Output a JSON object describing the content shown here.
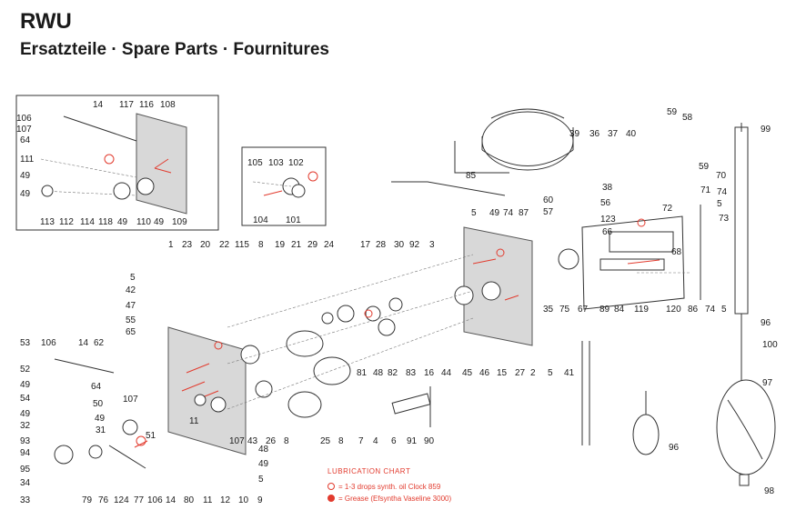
{
  "header": {
    "brand": "RWU",
    "subtitle": "Ersatzteile · Spare Parts · Fournitures"
  },
  "lubrication": {
    "title": "LUBRICATION CHART",
    "oil": "= 1-3 drops synth. oil Clock 859",
    "grease": "= Grease (Efsyntha Vaseline 3000)"
  },
  "colors": {
    "ink": "#333333",
    "lubrication": "#e23b2e",
    "plate": "#d8d8d8"
  },
  "part_labels": [
    "14",
    "117",
    "116",
    "108",
    "106",
    "107",
    "64",
    "111",
    "49",
    "49",
    "113",
    "112",
    "114",
    "118",
    "49",
    "110",
    "49",
    "109",
    "105",
    "103",
    "102",
    "104",
    "101",
    "39",
    "36",
    "37",
    "40",
    "59",
    "58",
    "99",
    "85",
    "38",
    "60",
    "56",
    "57",
    "123",
    "66",
    "59",
    "70",
    "71",
    "74",
    "5",
    "73",
    "72",
    "68",
    "5",
    "49",
    "74",
    "87",
    "1",
    "23",
    "20",
    "22",
    "115",
    "8",
    "19",
    "21",
    "29",
    "24",
    "17",
    "28",
    "30",
    "92",
    "3",
    "5",
    "42",
    "47",
    "55",
    "65",
    "53",
    "106",
    "14",
    "62",
    "52",
    "49",
    "54",
    "49",
    "32",
    "93",
    "94",
    "95",
    "34",
    "33",
    "64",
    "50",
    "107",
    "49",
    "31",
    "51",
    "11",
    "79",
    "76",
    "124",
    "77",
    "106",
    "14",
    "80",
    "11",
    "12",
    "10",
    "9",
    "107",
    "43",
    "26",
    "8",
    "25",
    "8",
    "7",
    "4",
    "6",
    "91",
    "90",
    "48",
    "49",
    "5",
    "81",
    "48",
    "82",
    "83",
    "16",
    "44",
    "45",
    "46",
    "15",
    "27",
    "2",
    "5",
    "41",
    "35",
    "75",
    "67",
    "89",
    "84",
    "119",
    "120",
    "86",
    "74",
    "5",
    "96",
    "100",
    "97",
    "96",
    "98"
  ]
}
